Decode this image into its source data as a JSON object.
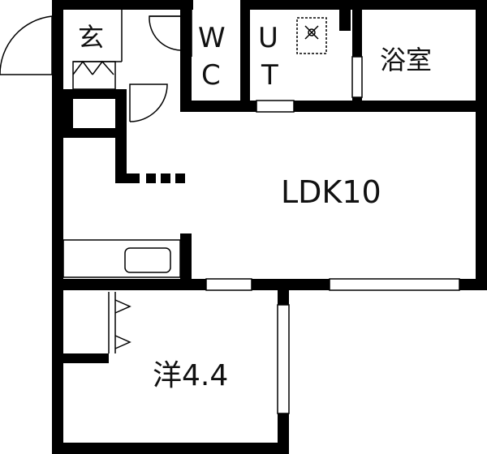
{
  "rooms": {
    "entrance": "玄",
    "wc_top": "W",
    "wc_bottom": "C",
    "ut_top": "U",
    "ut_bottom": "T",
    "bath": "浴室",
    "ldk": "LDK10",
    "western": "洋4.4"
  }
}
